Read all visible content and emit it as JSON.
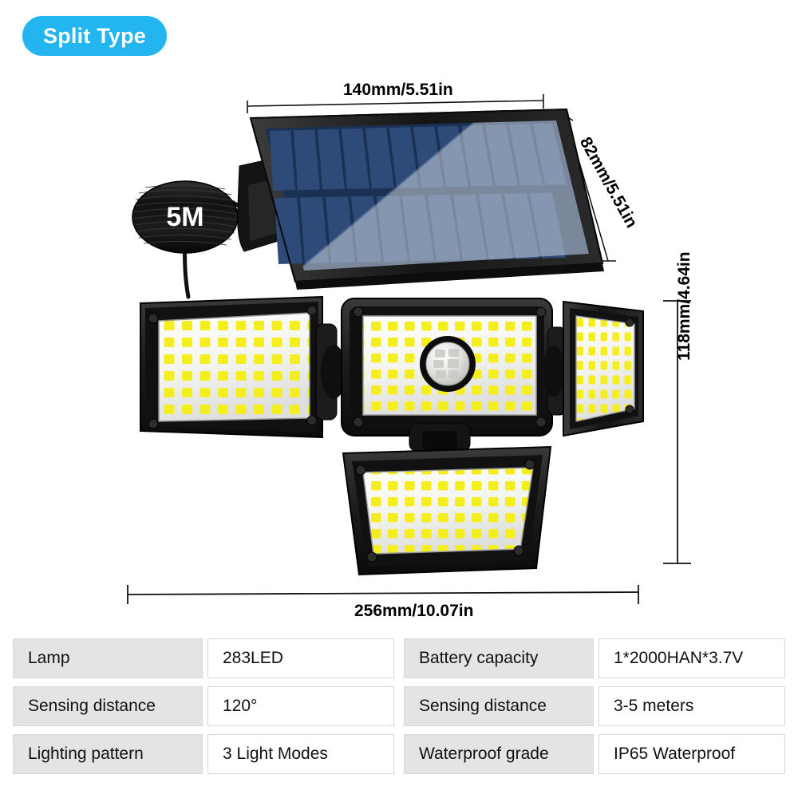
{
  "badge": {
    "label": "Split Type",
    "color": "#22b5f0",
    "text_color": "#ffffff"
  },
  "product": {
    "cable_coil_label": "5M",
    "icons": {
      "solar_panel": "solar-panel-icon",
      "motion_sensor": "motion-sensor-icon",
      "led_head": "led-head-icon",
      "cable_coil": "cable-coil-icon"
    },
    "colors": {
      "body": "#1a1a1a",
      "led": "#f5ee1e",
      "panel_cell_light": "#7aaae0",
      "panel_cell_dark": "#2d4a78",
      "lens": "#f2f2ee"
    }
  },
  "dimensions": {
    "top": "140mm/5.51in",
    "panel_depth": "82mm/5.51in",
    "height": "118mm/4.64in",
    "width": "256mm/10.07in"
  },
  "spec_table": {
    "left_column": [
      {
        "key": "Lamp",
        "value": "283LED"
      },
      {
        "key": "Sensing distance",
        "value": "120°"
      },
      {
        "key": "Lighting pattern",
        "value": "3 Light Modes"
      }
    ],
    "right_column": [
      {
        "key": "Battery capacity",
        "value": "1*2000HAN*3.7V"
      },
      {
        "key": "Sensing distance",
        "value": "3-5 meters"
      },
      {
        "key": "Waterproof grade",
        "value": "IP65 Waterproof"
      }
    ]
  }
}
